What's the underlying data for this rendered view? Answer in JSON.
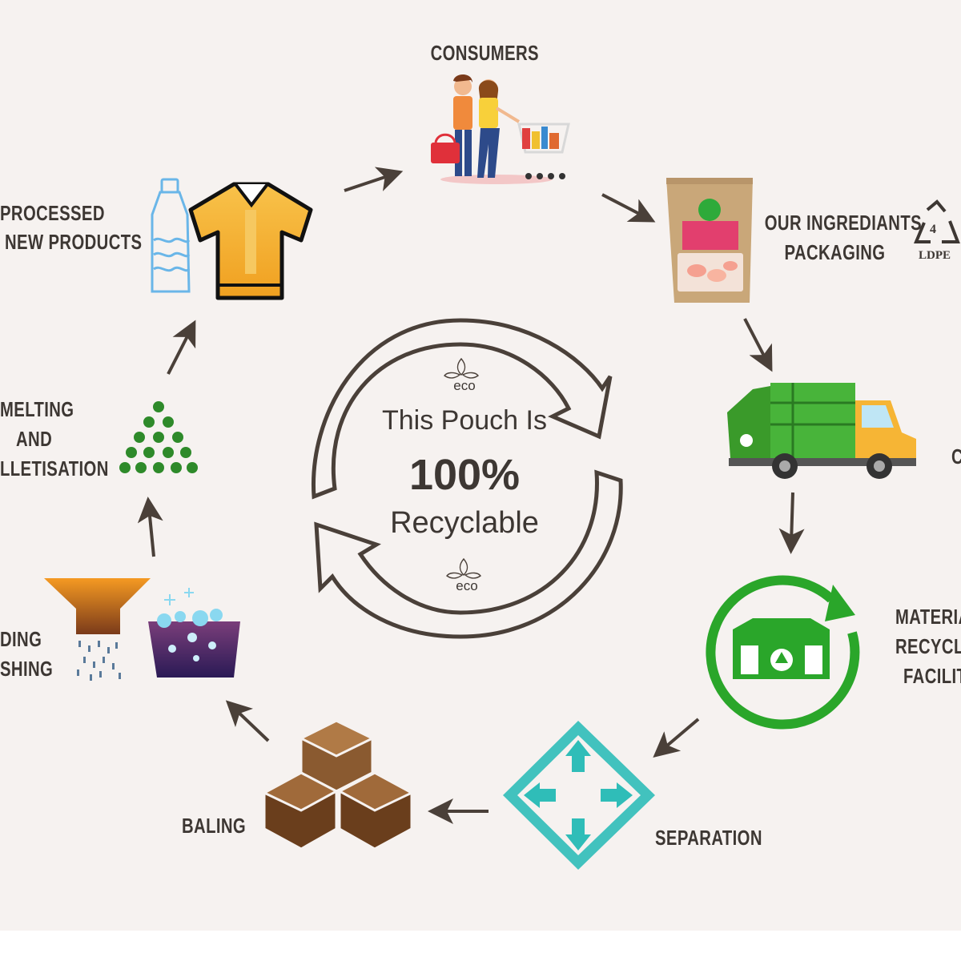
{
  "labels": {
    "consumers": "CONSUMERS",
    "packaging_1": "OUR INGREDIANTS",
    "packaging_2": "PACKAGING",
    "ldpe_number": "4",
    "ldpe_text": "LDPE",
    "collection_partial": "C",
    "mrf_1": "MATERIA",
    "mrf_2": "RECYCLI",
    "mrf_3": "FACILIT",
    "separation": "SEPARATION",
    "baling": "BALING",
    "shredding_1": "DING",
    "shredding_2": "SHING",
    "melting_1": "MELTING",
    "melting_2": "AND",
    "melting_3": "LLETISATION",
    "processed_1": "PROCESSED",
    "processed_2": "NEW PRODUCTS"
  },
  "center": {
    "eco_top": "eco",
    "line1": "This Pouch Is",
    "percent": "100%",
    "line2": "Recyclable",
    "eco_bottom": "eco"
  },
  "colors": {
    "text": "#3d3733",
    "ring": "#4a4039",
    "green": "#2aa62a",
    "orange": "#f08a1c",
    "teal": "#2fbdb8",
    "brown": "#7a4a22",
    "yellow": "#f6b535"
  },
  "icons": [
    "people-shopping-icon",
    "pouch-package-icon",
    "ldpe-recycle-icon",
    "garbage-truck-icon",
    "recycling-facility-icon",
    "separation-arrows-icon",
    "cubes-bale-icon",
    "shredder-funnel-icon",
    "washing-tub-icon",
    "pellets-pyramid-icon",
    "bottle-icon",
    "tshirt-icon",
    "eco-leaf-icon"
  ]
}
